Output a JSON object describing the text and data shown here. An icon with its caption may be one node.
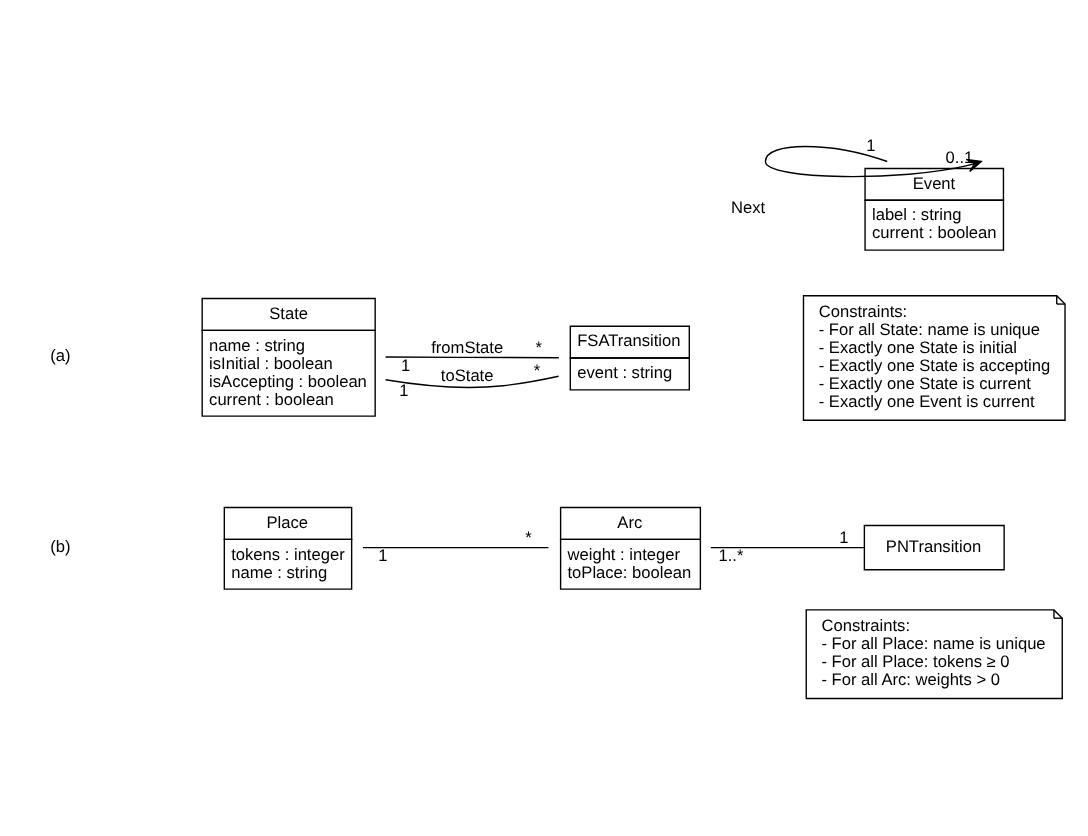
{
  "diagram": {
    "nodes": [
      {
        "text": [
          "State",
          "name : string",
          "isInitial : boolean",
          "isAccepting : boolean",
          "current : boolean"
        ]
      },
      {
        "text": [
          "FSATransition",
          "event : string"
        ]
      },
      {
        "text": [
          "Event",
          "label : string",
          "current : boolean"
        ]
      },
      {
        "text": [
          "Constraints:",
          "- For all State: name is unique",
          "- Exactly one State is initial",
          "- Exactly one State is accepting",
          "- Exactly one State is current",
          "- Exactly one Event is current"
        ]
      },
      {
        "text": [
          "Place",
          "tokens : integer",
          "name : string"
        ]
      },
      {
        "text": [
          "Arc",
          "weight : integer",
          "toPlace: boolean"
        ]
      },
      {
        "text": [
          "PNTransition"
        ]
      },
      {
        "text": [
          "Constraints:",
          "- For all Place: name is unique",
          "- For all Place: tokens ≥ 0",
          "- For all Arc: weights > 0"
        ]
      }
    ],
    "edges": [
      {
        "from": 0,
        "to": 1,
        "arrow": "none",
        "label": "fromState"
      },
      {
        "from": 0,
        "to": 1,
        "arrow": "none",
        "label": "toState"
      },
      {
        "from": 2,
        "to": 2,
        "arrow": "to",
        "label": "Next"
      },
      {
        "from": 4,
        "to": 5,
        "arrow": "none"
      },
      {
        "from": 5,
        "to": 6,
        "arrow": "none"
      }
    ],
    "labels": [
      "1",
      "*",
      "1",
      "*",
      "1",
      "0..1",
      "(a)",
      "1",
      "*",
      "1..*",
      "1",
      "(b)"
    ]
  }
}
